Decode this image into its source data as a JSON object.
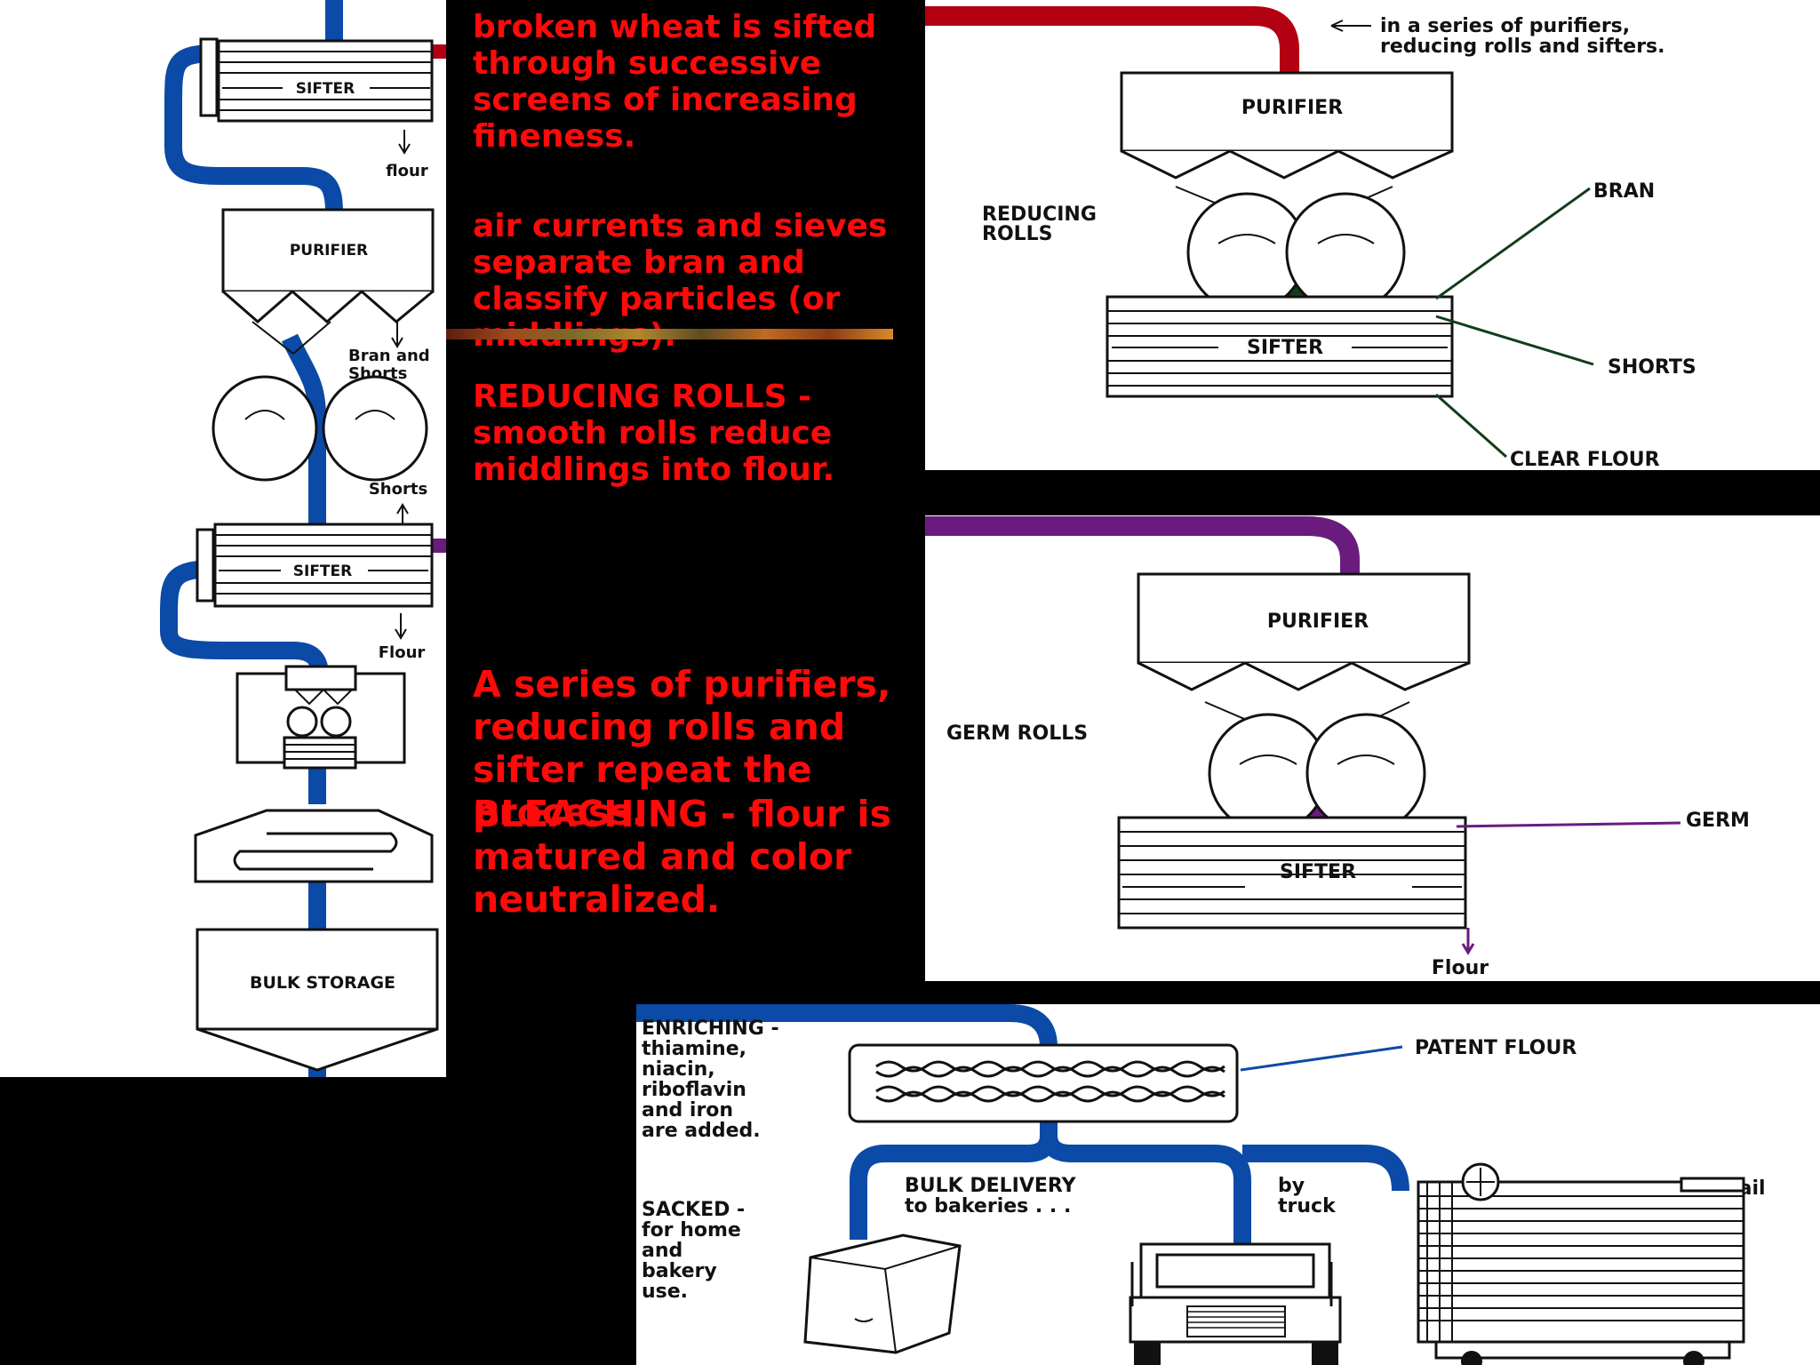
{
  "colors": {
    "background": "#000000",
    "caption_text": "#ff0a0a",
    "pipe_blue": "#0b4aa6",
    "pipe_red": "#b30012",
    "pipe_purple": "#6a1b7e",
    "line_dark_green": "#123d1a"
  },
  "captions": {
    "sifting": "broken wheat is sifted\nthrough successive\nscreens of increasing\nfineness.",
    "purifying": "air currents and sieves\nseparate bran and\nclassify particles (or\nmiddlings).",
    "reducing": "REDUCING ROLLS -\nsmooth rolls reduce\nmiddlings into flour.",
    "series": "A series of purifiers,\nreducing rolls and\nsifter repeat the\nprocess.",
    "bleaching": "BLEACHING - flour is\nmatured and color\nneutralized."
  },
  "left_column": {
    "sifter_top": "SIFTER",
    "flour_top": "flour",
    "purifier": "PURIFIER",
    "bran_shorts_1": "Bran and",
    "bran_shorts_2": "Shorts",
    "shorts": "Shorts",
    "sifter_bottom": "SIFTER",
    "flour_bottom": "Flour",
    "bulk_storage": "BULK STORAGE"
  },
  "reduction_panel": {
    "note_1": "in a series of purifiers,",
    "note_2": "reducing rolls and sifters.",
    "purifier": "PURIFIER",
    "reducing_rolls_1": "REDUCING",
    "reducing_rolls_2": "ROLLS",
    "bran": "BRAN",
    "sifter": "SIFTER",
    "shorts": "SHORTS",
    "clear_flour": "CLEAR FLOUR"
  },
  "germ_panel": {
    "purifier": "PURIFIER",
    "germ_rolls": "GERM ROLLS",
    "germ": "GERM",
    "sifter": "SIFTER",
    "flour": "Flour"
  },
  "distribution_panel": {
    "enriching_1": "ENRICHING -",
    "enriching_2": "thiamine,",
    "enriching_3": "niacin,",
    "enriching_4": "riboflavin",
    "enriching_5": "and iron",
    "enriching_6": "are added.",
    "patent_flour": "PATENT FLOUR",
    "bulk_delivery_1": "BULK DELIVERY",
    "bulk_delivery_2": "to bakeries . . .",
    "by_truck_1": "by",
    "by_truck_2": "truck",
    "by_rail": "by rail",
    "sacked_1": "SACKED -",
    "sacked_2": "for home",
    "sacked_3": "and",
    "sacked_4": "bakery",
    "sacked_5": "use."
  }
}
